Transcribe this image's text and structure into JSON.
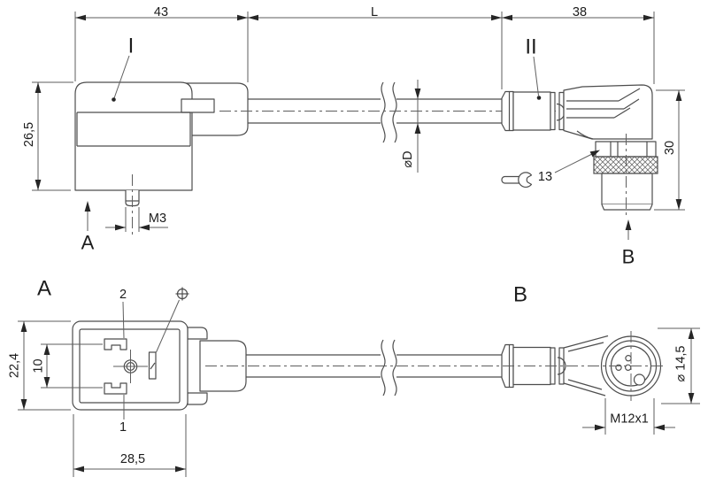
{
  "drawing": {
    "top_view": {
      "dim_length_connector_i": "43",
      "dim_cable_length": "L",
      "dim_length_connector_ii": "38",
      "dim_height_connector_i": "26,5",
      "dim_height_connector_ii": "30",
      "dim_stud_thread": "M3",
      "dim_cable_diameter": "⌀D",
      "label_connector_i": "I",
      "label_connector_ii": "II",
      "wrench_size": "13",
      "view_arrow_a": "A",
      "view_arrow_b": "B"
    },
    "view_a": {
      "heading": "A",
      "pin_2": "2",
      "pin_1": "1",
      "dim_body_height": "22,4",
      "dim_pin_spacing": "10",
      "dim_body_width": "28,5"
    },
    "view_b": {
      "heading": "B",
      "dim_face_diameter": "⌀ 14,5",
      "dim_thread": "M12x1"
    }
  }
}
